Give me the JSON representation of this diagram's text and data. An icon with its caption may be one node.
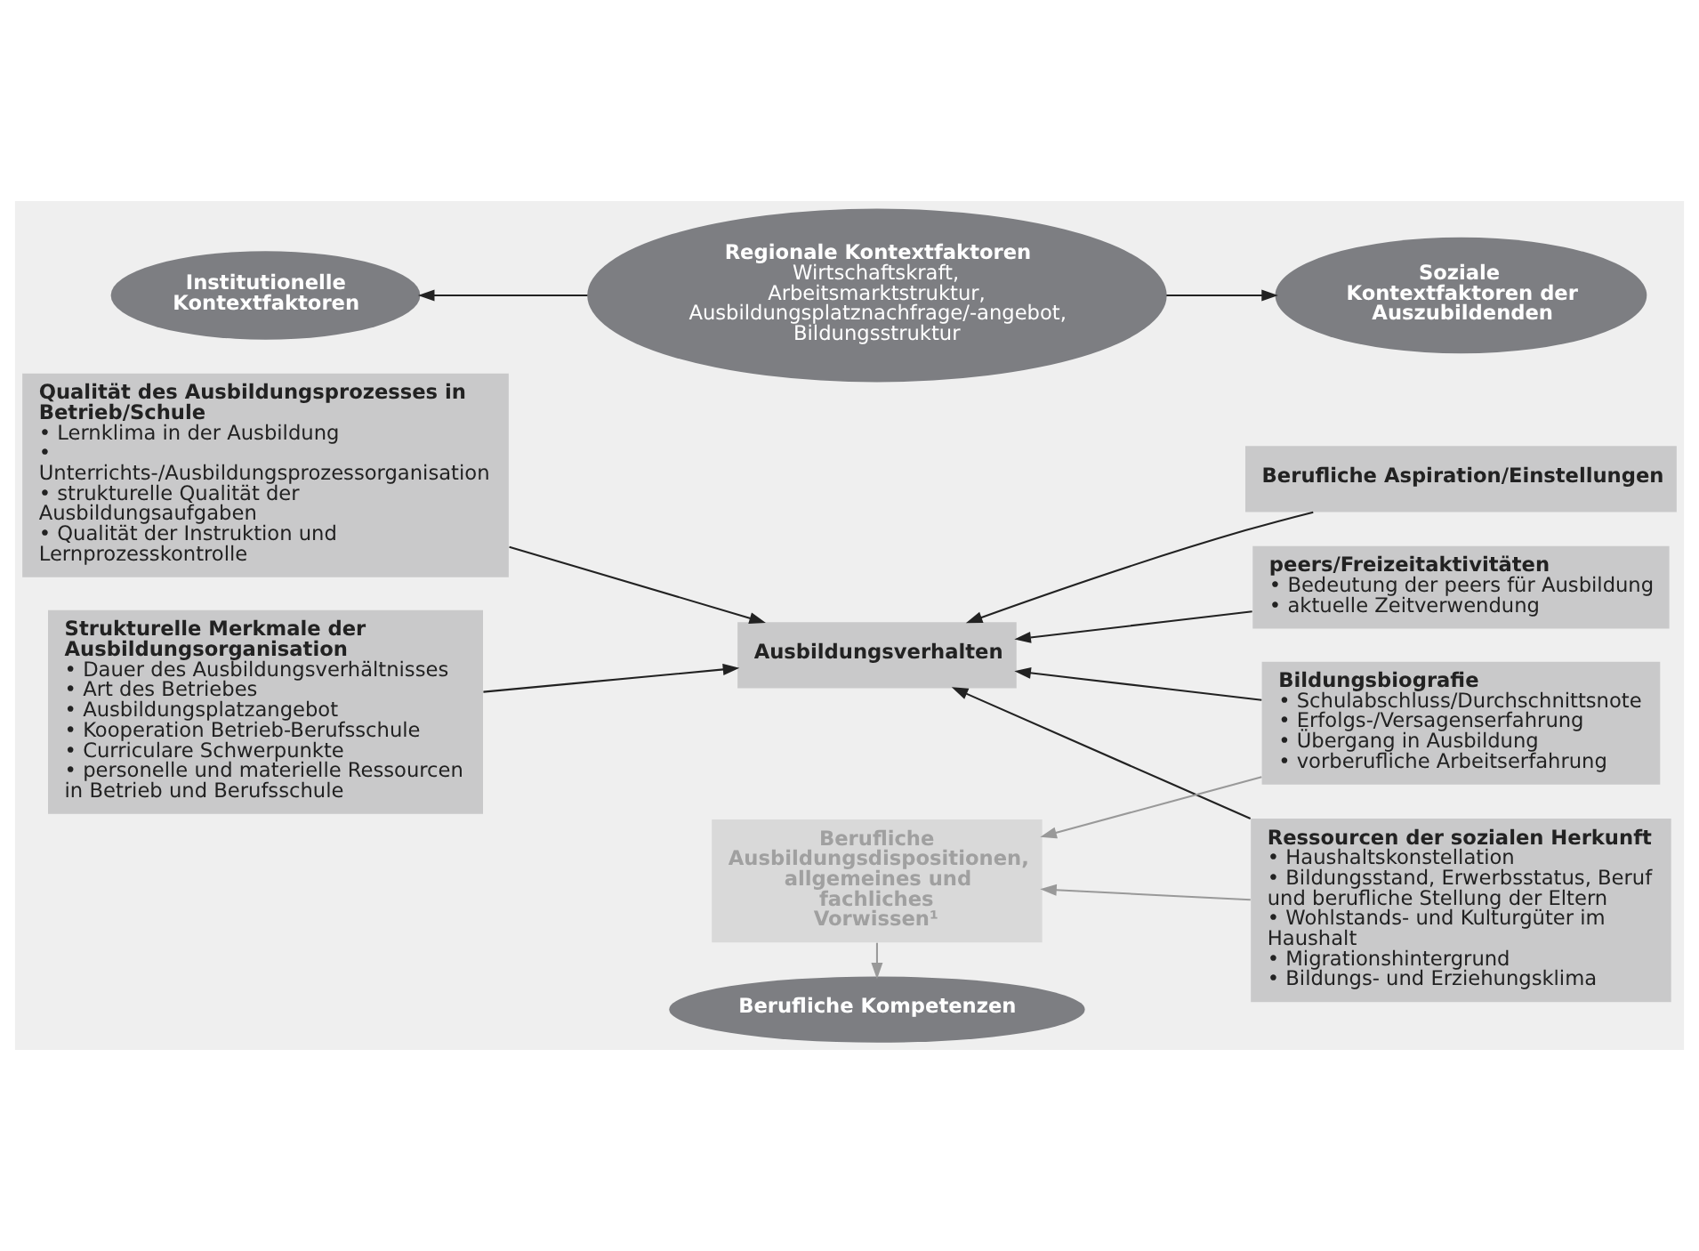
{
  "diagram": {
    "nodes": [
      {
        "text": [
          "Berufliche Kompetenzen"
        ]
      },
      {
        "text": [
          "Qualität des Ausbildungsprozesses in Betrieb/Schule",
          "• Lernklima in der Ausbildung",
          "• Unterrichts-/Ausbildungsprozessorganisation",
          "• strukturelle Qualität der Ausbildungsaufgaben",
          "• Qualität der Instruktion und Lernprozesskontrolle"
        ]
      },
      {
        "text": [
          "Ausbildungsverhalten"
        ]
      },
      {
        "text": [
          "Berufliche Aspiration/Einstellungen"
        ]
      },
      {
        "text": [
          "peers/Freizeitaktivitäten",
          "• Bedeutung der peers für Ausbildung",
          "• aktuelle Zeitverwendung"
        ]
      },
      {
        "text": [
          "Bildungsbiografie",
          "• Schulabschluss/Durchschnittsnote",
          "• Erfolgs-/Versagenserfahrung",
          "• Übergang in Ausbildung",
          "• vorberufliche Arbeitserfahrung"
        ]
      },
      {
        "text": [
          "Strukturelle Merkmale der Ausbildungsorganisation",
          "• Dauer des Ausbildungsverhältnisses",
          "• Art des Betriebes",
          "• Ausbildungsplatzangebot",
          "• Kooperation Betrieb-Berufsschule",
          "• Curriculare Schwerpunkte",
          "• personelle und materielle Ressourcen in Betrieb und Berufsschule"
        ]
      },
      {
        "text": [
          "Berufliche Ausbildungsdispositionen, allgemeines und fachliches Vorwissen¹"
        ]
      },
      {
        "text": [
          "Ressourcen der sozialen Herkunft",
          "• Haushaltskonstellation",
          "• Bildungsstand, Erwerbsstatus, Beruf und berufliche Stellung der Eltern",
          "• Wohlstands- und Kulturgüter im Haushalt",
          "• Migrationshintergrund",
          "• Bildungs- und Erziehungsklima"
        ]
      },
      {
        "text": [
          "Institutionelle Kontextfaktoren"
        ]
      },
      {
        "text": [
          "Regionale Kontextfaktoren",
          "Wirtschaftskraft, Arbeitsmarktstruktur, Ausbildungsplatznachfrage/-angebot, Bildungsstruktur"
        ]
      },
      {
        "text": [
          "Soziale Kontextfaktoren der Auszubildenden"
        ]
      }
    ],
    "edges": [
      {
        "from": 1,
        "to": 2,
        "arrow": "to"
      },
      {
        "from": 3,
        "to": 2,
        "arrow": "to"
      },
      {
        "from": 4,
        "to": 2,
        "arrow": "to"
      },
      {
        "from": 5,
        "to": 2,
        "arrow": "to"
      },
      {
        "from": 8,
        "to": 2,
        "arrow": "to"
      },
      {
        "from": 6,
        "to": 2,
        "arrow": "to"
      },
      {
        "from": 7,
        "to": 0,
        "arrow": "to",
        "color": "#999999"
      },
      {
        "from": 5,
        "to": 7,
        "arrow": "to",
        "color": "#999999"
      },
      {
        "from": 8,
        "to": 7,
        "arrow": "to",
        "color": "#999999"
      },
      {
        "from": 10,
        "to": 9,
        "arrow": "to"
      },
      {
        "from": 10,
        "to": 11,
        "arrow": "to"
      }
    ]
  }
}
